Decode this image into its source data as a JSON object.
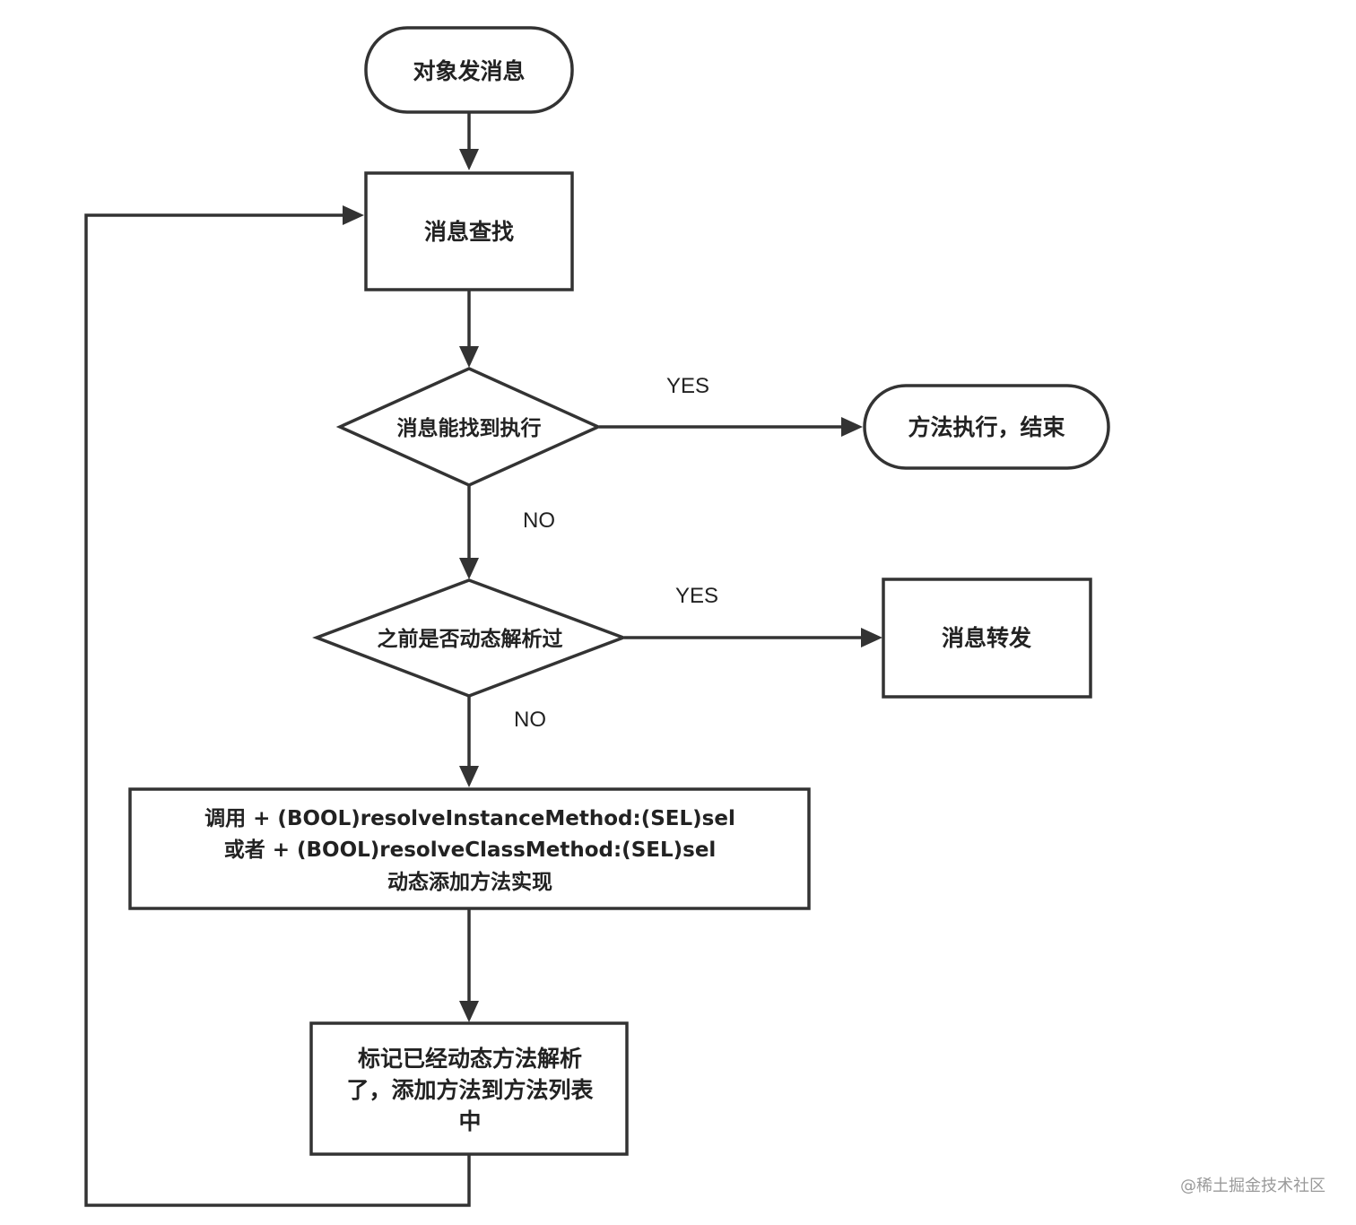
{
  "diagram": {
    "nodes": {
      "start": {
        "shape": "terminator",
        "label": "对象发消息"
      },
      "lookup": {
        "shape": "process",
        "label": "消息查找"
      },
      "can_find": {
        "shape": "decision",
        "label": "消息能找到执行"
      },
      "end_exec": {
        "shape": "terminator",
        "label": "方法执行，结束"
      },
      "resolved_before": {
        "shape": "decision",
        "label": "之前是否动态解析过"
      },
      "forward": {
        "shape": "process",
        "label": "消息转发"
      },
      "resolve_call": {
        "shape": "process",
        "lines": [
          "调用 + (BOOL)resolveInstanceMethod:(SEL)sel",
          "或者 + (BOOL)resolveClassMethod:(SEL)sel",
          "动态添加方法实现"
        ]
      },
      "mark_resolved": {
        "shape": "process",
        "lines": [
          "标记已经动态方法解析",
          "了，添加方法到方法列表",
          "中"
        ]
      }
    },
    "edges": [
      {
        "from": "start",
        "to": "lookup",
        "label": ""
      },
      {
        "from": "lookup",
        "to": "can_find",
        "label": ""
      },
      {
        "from": "can_find",
        "to": "end_exec",
        "label": "YES"
      },
      {
        "from": "can_find",
        "to": "resolved_before",
        "label": "NO"
      },
      {
        "from": "resolved_before",
        "to": "forward",
        "label": "YES"
      },
      {
        "from": "resolved_before",
        "to": "resolve_call",
        "label": "NO"
      },
      {
        "from": "resolve_call",
        "to": "mark_resolved",
        "label": ""
      },
      {
        "from": "mark_resolved",
        "to": "lookup",
        "label": ""
      }
    ],
    "edge_labels": {
      "yes_1": "YES",
      "no_1": "NO",
      "yes_2": "YES",
      "no_2": "NO"
    }
  },
  "watermark": "@稀土掘金技术社区"
}
